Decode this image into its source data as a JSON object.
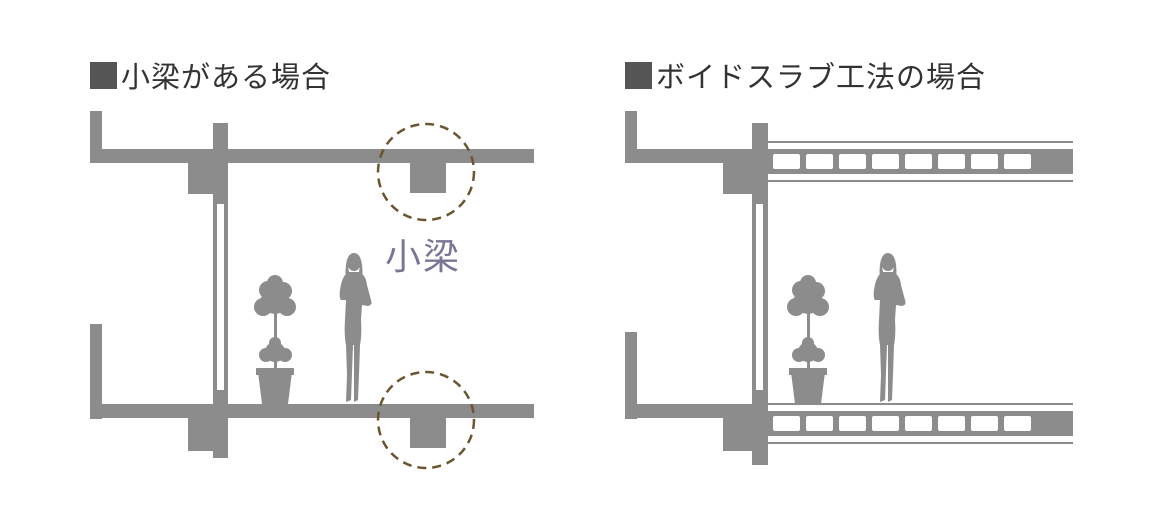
{
  "left_panel": {
    "title": "小梁がある場合",
    "beam_label": "小梁"
  },
  "right_panel": {
    "title": "ボイドスラブ工法の場合"
  },
  "colors": {
    "structure": "#8c8c8c",
    "title_square": "#555555",
    "dashed_circle": "#6b5530",
    "beam_label": "#7b7495",
    "glass": "#ffffff",
    "silhouette": "#8c8c8c"
  }
}
